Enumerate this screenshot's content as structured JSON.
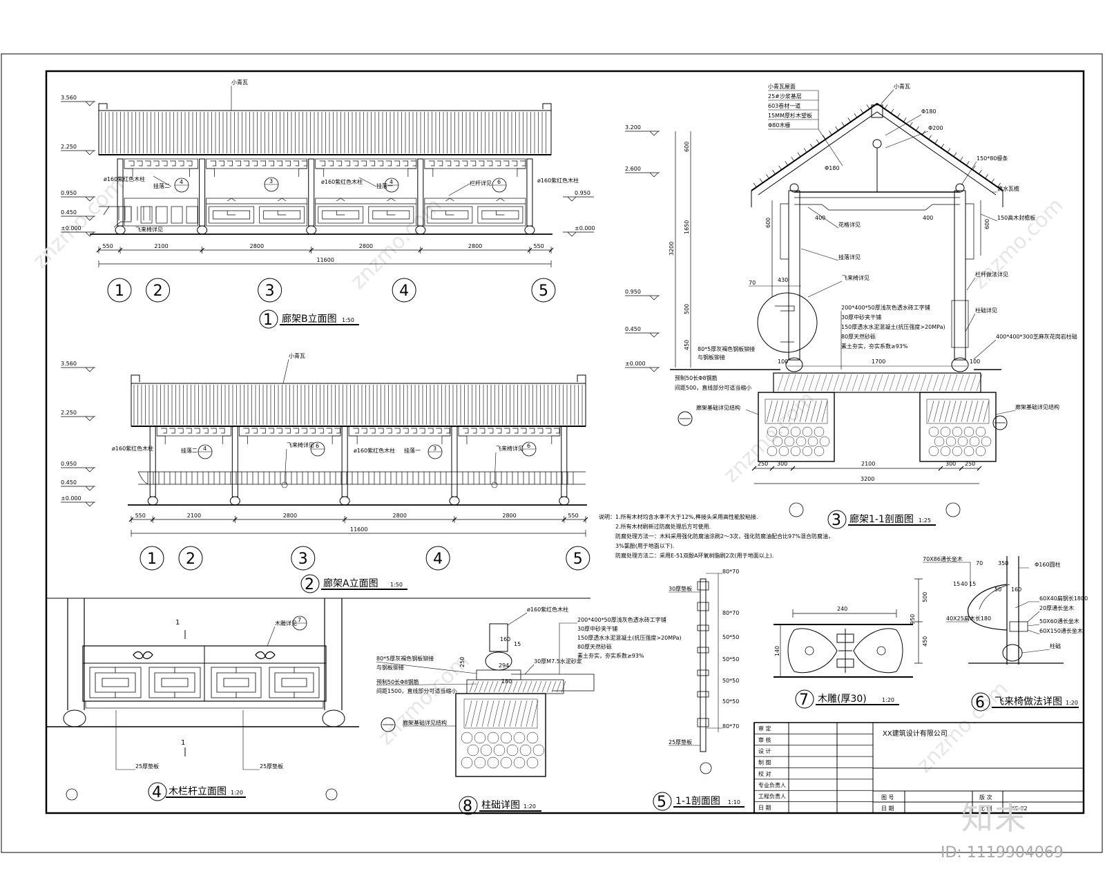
{
  "elevation_b": {
    "levels": [
      "3.560",
      "2.250",
      "0.950",
      "0.450",
      "±0.000"
    ],
    "roof_note": "小青瓦",
    "notes": [
      "ø160紫红色木柱",
      "挂落二",
      "ø160紫红色木柱",
      "挂落一",
      "栏杆详见",
      "ø160紫红色木柱",
      "飞来椅详见"
    ],
    "dims": [
      "550",
      "2100",
      "2800",
      "2800",
      "2800",
      "550"
    ],
    "total": "11600",
    "axes": [
      "1",
      "2",
      "3",
      "4",
      "5"
    ],
    "callout_nums": [
      "4",
      "3",
      "4",
      "6"
    ],
    "title_num": "1",
    "title": "廊架B立面图",
    "scale": "1:50"
  },
  "elevation_a": {
    "levels": [
      "3.560",
      "2.250",
      "0.950",
      "0.450",
      "±0.000"
    ],
    "roof_note": "小青瓦",
    "notes": [
      "ø160紫红色木柱",
      "挂落二",
      "飞来椅详见",
      "ø160紫红色木柱",
      "挂落一",
      "飞来椅详见"
    ],
    "dims": [
      "550",
      "2100",
      "2800",
      "2800",
      "2800",
      "550"
    ],
    "total": "11600",
    "axes": [
      "1",
      "2",
      "3",
      "4",
      "5"
    ],
    "callout_nums": [
      "4",
      "6",
      "3",
      "6"
    ],
    "title_num": "2",
    "title": "廊架A立面图",
    "scale": "1:50"
  },
  "section_11": {
    "levels": [
      "3.200",
      "2.600",
      "0.950",
      "0.450",
      "±0.000"
    ],
    "roof_layers": [
      "小青瓦屋面",
      "25#沙浆基层",
      "603卷材一道",
      "15MM厚杉木望板",
      "Φ80木椽"
    ],
    "notes": [
      "小青瓦",
      "Φ180",
      "Φ200",
      "150*80檩条",
      "滴水瓦檐",
      "150高木封檐板",
      "Φ180",
      "花格详见",
      "挂落详见",
      "飞来椅详见",
      "栏杆做法详见",
      "柱础详见"
    ],
    "dims_v": [
      "600",
      "1650",
      "3200",
      "600",
      "500",
      "450",
      "600"
    ],
    "dims_h": [
      "400",
      "400",
      "70",
      "430",
      "100",
      "1700",
      "100"
    ],
    "floor_layers": [
      "200*400*50厚浅灰色透水砖工字铺",
      "30厚中砂夹干铺",
      "150厚透水水泥混凝土(抗压强度>20MPa)",
      "80厚天然砂砾",
      "素土夯实，夯实系数≥93%"
    ],
    "left_notes": [
      "80*5厚灰褐色钢板铆接",
      "与钢板铆接",
      "预制50长Φ8钢筋",
      "间距500，直线部分可适当缩小",
      "廊架基础详见结构"
    ],
    "right_notes": [
      "400*400*300芝麻灰花岗岩柱础",
      "廊架基础详见结构"
    ],
    "bottom_dims": [
      "250",
      "300",
      "2100",
      "300",
      "250"
    ],
    "total": "3200",
    "title_num": "3",
    "title": "廊架1-1剖面图",
    "scale": "1:25"
  },
  "spec_notes": [
    "说明：1.所有木材均含水率不大于12%,榫接头采用高性能胶粘接.",
    "2.所有木材刷新过防腐处理后方可使用.",
    "防腐处理方法一：木料采用强化防腐油涂刷2～3次，强化防腐油配合比97%混合防腐油，",
    "3%氯酚(用于地面以下).",
    "防腐处理方法二：采用E-51双酚A环氧树脂刷2次(用于地面以上)."
  ],
  "railing": {
    "mark": "1",
    "note": "木雕详见",
    "callout_num": "7",
    "bottom": [
      "25厚垫板",
      "25厚垫板"
    ],
    "title_num": "4",
    "title": "木栏杆立面图",
    "scale": "1:20"
  },
  "plinth": {
    "col": "ø160紫红色木柱",
    "layers": [
      "200*400*50厚浅灰色透水砖工字铺",
      "30厚中砂夹干铺",
      "150厚透水水泥混凝土(抗压强度>20MPa)",
      "80厚天然砂砾",
      "素土夯实，夯实系数≥93%"
    ],
    "left_notes": [
      "80*5厚灰褐色钢板铆接",
      "与钢板铆接",
      "预制50长Φ8钢筋",
      "间距1500，直线部分可适当缩小",
      "廊架基础详见结构"
    ],
    "mortar": "30厚M7.5水泥砂浆",
    "dims": [
      "160",
      "15",
      "250",
      "294",
      "180"
    ],
    "title_num": "8",
    "title": "柱础详图",
    "scale": "1:20"
  },
  "section_mini": {
    "labels": [
      "80*70",
      "30厚垫板",
      "80*70",
      "50*50",
      "50*50",
      "50*50",
      "50*50",
      "80*70",
      "25厚垫板"
    ],
    "title_num": "5",
    "title": "1-1剖面图",
    "scale": "1:10"
  },
  "carving": {
    "dims": [
      "240",
      "140"
    ],
    "title_num": "7",
    "title": "木雕(厚30)",
    "scale": "1:20"
  },
  "bench": {
    "labels": [
      "70X86通长坐木",
      "70",
      "350",
      "Φ160圆柱",
      "15",
      "40",
      "15",
      "50",
      "160",
      "500",
      "950",
      "450",
      "60X40扁钢长1800",
      "20厚通长坐木",
      "40X25扁木长180",
      "50X60通长坐木",
      "60X150通长坐木",
      "柱础"
    ],
    "title_num": "6",
    "title": "飞来椅做法详图",
    "scale": "1:20"
  },
  "titleblock": {
    "roles": [
      "审 定",
      "审 核",
      "设 计",
      "制 图",
      "校 对",
      "专业负责人",
      "工程负责人",
      "日 期"
    ],
    "company": "XX建筑设计有限公司",
    "rows": [
      "图 号",
      "日 期"
    ],
    "sheet_no": "XS-02",
    "vals": [
      "版 次",
      "比 例"
    ]
  },
  "watermark": "znzmo.com",
  "brand": "知末",
  "image_id": "ID: 1119904069"
}
